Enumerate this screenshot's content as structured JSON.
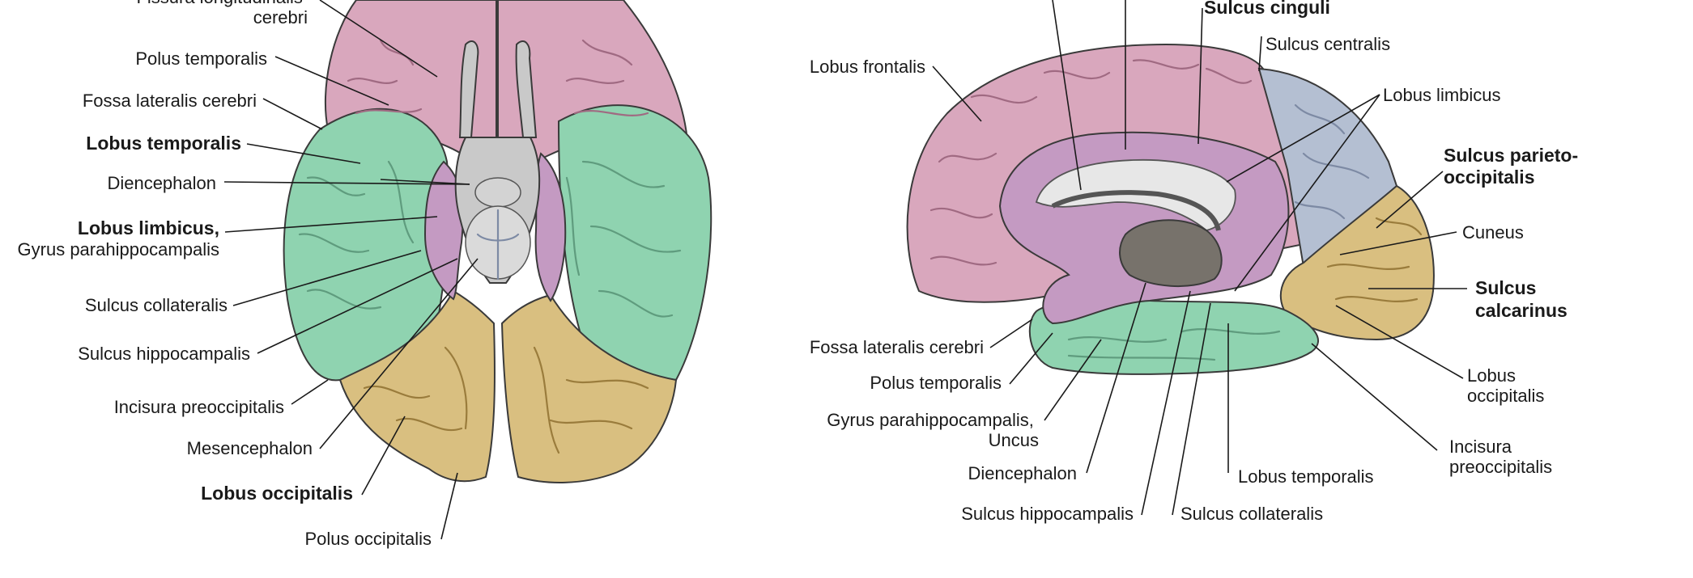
{
  "colors": {
    "frontal": "#d9a7bd",
    "temporal": "#8fd3b0",
    "occipital": "#d9bf80",
    "parietal": "#b4bfd2",
    "limbic": "#c49ac2",
    "stem": "#c9c9c9",
    "diencephalon": "#77726b"
  },
  "left_view": {
    "labels": [
      {
        "id": "fissura-longitudinalis",
        "lines": [
          "Fissura longitudinalis",
          "cerebri"
        ],
        "bold": false
      },
      {
        "id": "polus-temporalis",
        "lines": [
          "Polus temporalis"
        ],
        "bold": false
      },
      {
        "id": "fossa-lateralis",
        "lines": [
          "Fossa lateralis cerebri"
        ],
        "bold": false
      },
      {
        "id": "lobus-temporalis",
        "lines": [
          "Lobus temporalis"
        ],
        "bold": true
      },
      {
        "id": "diencephalon",
        "lines": [
          "Diencephalon"
        ],
        "bold": false
      },
      {
        "id": "lobus-limbicus",
        "lines": [
          "Lobus limbicus,"
        ],
        "bold": true
      },
      {
        "id": "gyrus-parahippocampalis",
        "lines": [
          "Gyrus parahippocampalis"
        ],
        "bold": false
      },
      {
        "id": "sulcus-collateralis",
        "lines": [
          "Sulcus collateralis"
        ],
        "bold": false
      },
      {
        "id": "sulcus-hippocampalis",
        "lines": [
          "Sulcus hippocampalis"
        ],
        "bold": false
      },
      {
        "id": "incisura-preoccipitalis",
        "lines": [
          "Incisura preoccipitalis"
        ],
        "bold": false
      },
      {
        "id": "mesencephalon",
        "lines": [
          "Mesencephalon"
        ],
        "bold": false
      },
      {
        "id": "lobus-occipitalis",
        "lines": [
          "Lobus occipitalis"
        ],
        "bold": true
      },
      {
        "id": "polus-occipitalis",
        "lines": [
          "Polus occipitalis"
        ],
        "bold": false
      }
    ]
  },
  "right_view": {
    "labels": [
      {
        "id": "sulcus-cinguli",
        "lines": [
          "Sulcus cinguli"
        ],
        "bold": true
      },
      {
        "id": "sulcus-centralis",
        "lines": [
          "Sulcus centralis"
        ],
        "bold": false
      },
      {
        "id": "lobus-frontalis",
        "lines": [
          "Lobus frontalis"
        ],
        "bold": false
      },
      {
        "id": "lobus-limbicus",
        "lines": [
          "Lobus limbicus"
        ],
        "bold": false
      },
      {
        "id": "sulcus-parieto-occipitalis",
        "lines": [
          "Sulcus parieto-",
          "occipitalis"
        ],
        "bold": true
      },
      {
        "id": "cuneus",
        "lines": [
          "Cuneus"
        ],
        "bold": false
      },
      {
        "id": "sulcus-calcarinus",
        "lines": [
          "Sulcus",
          "calcarinus"
        ],
        "bold": true
      },
      {
        "id": "fossa-lateralis",
        "lines": [
          "Fossa lateralis cerebri"
        ],
        "bold": false
      },
      {
        "id": "polus-temporalis",
        "lines": [
          "Polus temporalis"
        ],
        "bold": false
      },
      {
        "id": "lobus-occipitalis",
        "lines": [
          "Lobus",
          "occipitalis"
        ],
        "bold": false
      },
      {
        "id": "gyrus-parahippocampalis-uncus",
        "lines": [
          "Gyrus parahippocampalis,",
          "Uncus"
        ],
        "bold": false
      },
      {
        "id": "incisura-preoccipitalis",
        "lines": [
          "Incisura",
          "preoccipitalis"
        ],
        "bold": false
      },
      {
        "id": "diencephalon",
        "lines": [
          "Diencephalon"
        ],
        "bold": false
      },
      {
        "id": "lobus-temporalis",
        "lines": [
          "Lobus temporalis"
        ],
        "bold": false
      },
      {
        "id": "sulcus-hippocampalis",
        "lines": [
          "Sulcus hippocampalis"
        ],
        "bold": false
      },
      {
        "id": "sulcus-collateralis",
        "lines": [
          "Sulcus collateralis"
        ],
        "bold": false
      }
    ]
  }
}
